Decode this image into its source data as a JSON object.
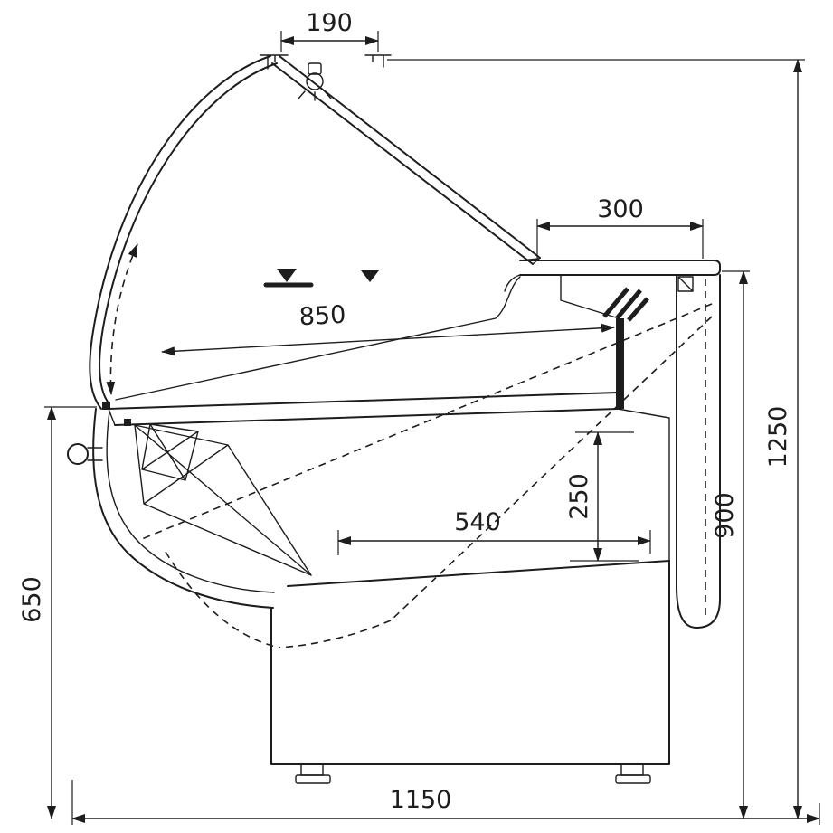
{
  "drawing": {
    "title": "Refrigerated serve-over display counter - cross-section technical drawing",
    "background": "#ffffff",
    "line_color": "#1d1d1d",
    "dimensions": {
      "d190": "190",
      "d300": "300",
      "d850": "850",
      "d1250": "1250",
      "d900": "900",
      "d540": "540",
      "d250": "250",
      "d650": "650",
      "d1150": "1150"
    }
  }
}
